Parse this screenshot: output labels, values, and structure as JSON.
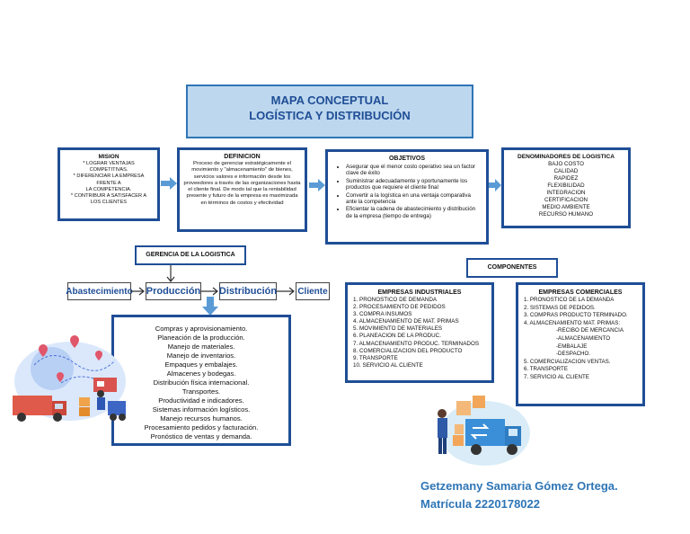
{
  "title": {
    "line1": "MAPA CONCEPTUAL",
    "line2": "LOGÍSTICA Y DISTRIBUCIÓN"
  },
  "mision": {
    "heading": "MISION",
    "lines": [
      "* LOGRAR VENTAJAS",
      "COMPETITIVAS.",
      "* DIFERENCIAR LA EMPRESA",
      "FRENTE A",
      "LA COMPETENCIA.",
      "* CONTRIBUIR A SATISFACER A",
      "LOS CLIENTES"
    ]
  },
  "definicion": {
    "heading": "DEFINICION",
    "text": "Proceso de gerenciar estratégicamente el movimiento y \"almacenamiento\" de bienes, servicios valores e información desde los proveedores a través de las organizaciones hasta el cliente final. De modo tal que la rentabilidad presente y futuro de la empresa es maximizada en términos de costos y efectividad"
  },
  "objetivos": {
    "heading": "OBJETIVOS",
    "items": [
      "Asegurar que el menor costo operativo sea un factor clave de éxito",
      "Suministrar adecuadamente y oportunamente los productos que requiere el cliente final",
      "Convertir a la logística en una ventaja comparativa ante la competencia",
      "Eficientar la cadena de abastecimiento y distribución de la empresa (tiempo de entrega)"
    ]
  },
  "denominadores": {
    "heading": "DENOMINADORES DE LOGISTICA",
    "items": [
      "BAJO COSTO",
      "CALIDAD",
      "RAPIDEZ",
      "FLEXIBILIDAD",
      "INTEGRACION",
      "CERTIFICACION",
      "MEDIO AMBIENTE",
      "RECURSO HUMANO"
    ]
  },
  "gerencia": {
    "label": "GERENCIA DE LA LOGISTICA"
  },
  "componentes": {
    "label": "COMPONENTES"
  },
  "flow": [
    "Abastecimiento",
    "Producción",
    "Distribución",
    "Cliente"
  ],
  "produccion_list": [
    "Compras y aprovisionamiento.",
    "Planeación de la producción.",
    "Manejo de materiales.",
    "Manejo de inventarios.",
    "Empaques y embalajes.",
    "Almacenes y bodegas.",
    "Distribución física internacional.",
    "Transportes.",
    "Productividad e indicadores.",
    "Sistemas información logísticos.",
    "Manejo recursos humanos.",
    "Procesamiento pedidos y facturación.",
    "Pronóstico de ventas y demanda."
  ],
  "industriales": {
    "heading": "EMPRESAS INDUSTRIALES",
    "items": [
      "1. PRONOSTICO DE DEMANDA",
      "2. PROCESAMIENTO DE PEDIDOS",
      "3. COMPRA INSUMOS",
      "4. ALMACENAMIENTO DE MAT. PRIMAS",
      "5. MOVIMIENTO DE MATERIALES",
      "6. PLANEACION DE LA PRODUC.",
      "7. ALMACENAMIENTO PRODUC. TERMINADOS",
      "8. COMERCIALIZACION DEL PRODUCTO",
      "9. TRANSPORTE",
      "10. SERVICIO AL CLIENTE"
    ]
  },
  "comerciales": {
    "heading": "EMPRESAS COMERCIALES",
    "items": [
      "1. PRONOSTICO DE LA DEMANDA",
      "2. SISTEMAS DE PEDIDOS.",
      "3. COMPRAS PRODUCTO TERMINADO.",
      "4. ALMACENAMIENTO MAT. PRIMAS:",
      "-RECIBO DE MERCANCIA",
      "-ALMACENAMIENTO",
      "-EMBALAJE",
      "-DESPACHO.",
      "5. COMERCIALIZACION VENTAS.",
      "6. TRANSPORTE",
      "7. SERVICIO AL CLIENTE"
    ]
  },
  "author": {
    "name": "Getzemany Samaria Gómez Ortega.",
    "matricula": "Matrícula 2220178022"
  },
  "colors": {
    "border": "#1f4e96",
    "title_fill": "#bdd7ee",
    "accent": "#2e75b6"
  },
  "icons": [
    "arrow-right-icon",
    "arrow-down-icon",
    "logistics-illustration",
    "truck-illustration"
  ]
}
